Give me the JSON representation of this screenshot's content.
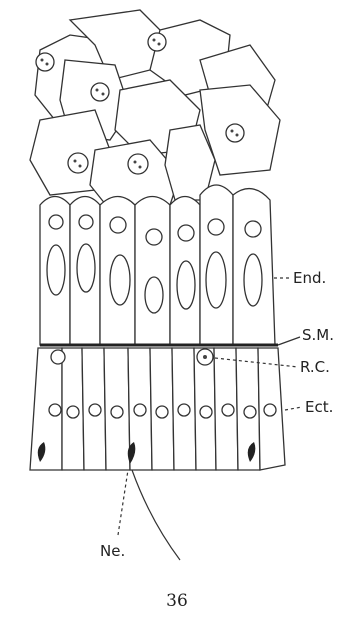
{
  "labels": {
    "end": "End.",
    "sm": "S.M.",
    "rc": "R.C.",
    "ect": "Ect.",
    "ne": "Ne."
  },
  "page_number": "36"
}
